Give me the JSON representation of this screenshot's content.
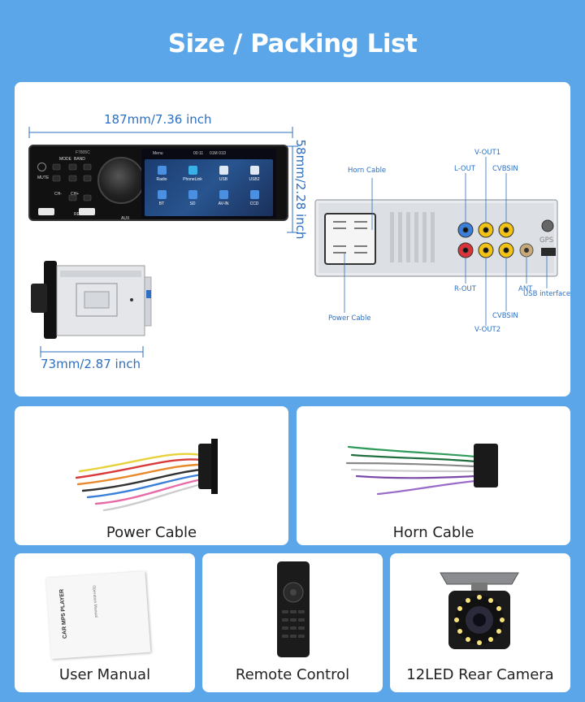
{
  "title": "Size / Packing List",
  "dimensions": {
    "width": "187mm/7.36 inch",
    "height": "58mm/2.28 inch",
    "depth": "73mm/2.87 inch"
  },
  "head_unit": {
    "model": "F7805C",
    "top_labels": [
      "MODE",
      "BAND"
    ],
    "left_labels": [
      "MUTE",
      "CH-",
      "CH+",
      "RES",
      "AUX"
    ],
    "status_bar": {
      "menu": "Menu",
      "time": "00:11",
      "date": "01M 01D"
    },
    "apps": [
      "Radio",
      "PhoneLink",
      "USB",
      "USB2",
      "BT",
      "SD",
      "AV-IN",
      "CCD"
    ]
  },
  "ports": {
    "horn_cable": "Horn Cable",
    "power_cable": "Power Cable",
    "l_out": "L-OUT",
    "r_out": "R-OUT",
    "v_out1": "V-OUT1",
    "v_out2": "V-OUT2",
    "cvbsin_top": "CVBSIN",
    "cvbsin_bottom": "CVBSIN",
    "ant": "ANT",
    "usb": "USB interface",
    "gps": "GPS"
  },
  "items": {
    "power_cable": "Power Cable",
    "horn_cable": "Horn Cable",
    "user_manual": "User Manual",
    "remote_control": "Remote Control",
    "camera": "12LED Rear Camera"
  },
  "manual_cover": {
    "title": "CAR MP5 PLAYER",
    "subtitle": "Operation Manual"
  },
  "colors": {
    "background": "#5aa6e8",
    "accent_blue": "#2d6fc2",
    "card": "#ffffff"
  }
}
